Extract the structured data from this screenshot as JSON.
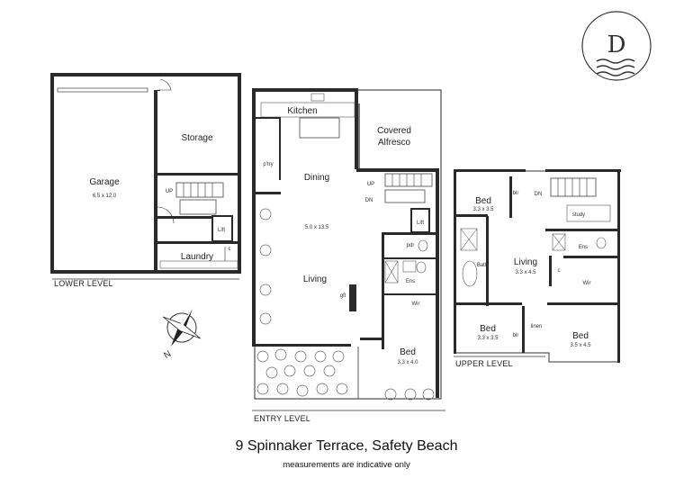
{
  "title": "9 Spinnaker Terrace, Safety Beach",
  "subtitle": "measurements are indicative only",
  "logo": {
    "letter": "D"
  },
  "levels": {
    "lower": "LOWER LEVEL",
    "entry": "ENTRY LEVEL",
    "upper": "UPPER LEVEL"
  },
  "lower_rooms": {
    "garage": "Garage",
    "garage_dim": "6.5 x 12.0",
    "storage": "Storage",
    "laundry": "Laundry",
    "lift": "Lift",
    "up": "UP",
    "c": "c"
  },
  "entry_rooms": {
    "kitchen": "Kitchen",
    "covered_alfresco_1": "Covered",
    "covered_alfresco_2": "Alfresco",
    "pantry": "p'try",
    "dining": "Dining",
    "living_dim": "5.0 x 13.5",
    "living": "Living",
    "up": "UP",
    "dn": "DN",
    "lift": "Lift",
    "pdr": "pdr",
    "ens": "Ens",
    "wir": "Wir",
    "bed": "Bed",
    "bed_dim": "3.3 x 4.0",
    "gfl": "gfl"
  },
  "upper_rooms": {
    "bed1": "Bed",
    "bed1_dim": "3.3 x 3.5",
    "blr1": "blr",
    "dn": "DN",
    "study": "study",
    "living": "Living",
    "living_dim": "3.3 x 4.5",
    "bath": "Bath",
    "ens": "Ens",
    "c": "c",
    "wir": "Wir",
    "bed2": "Bed",
    "bed2_dim": "3.3 x 3.5",
    "blr2": "blr",
    "linen": "linen",
    "bed3": "Bed",
    "bed3_dim": "3.5 x 4.5"
  },
  "compass": {
    "north": "N"
  }
}
